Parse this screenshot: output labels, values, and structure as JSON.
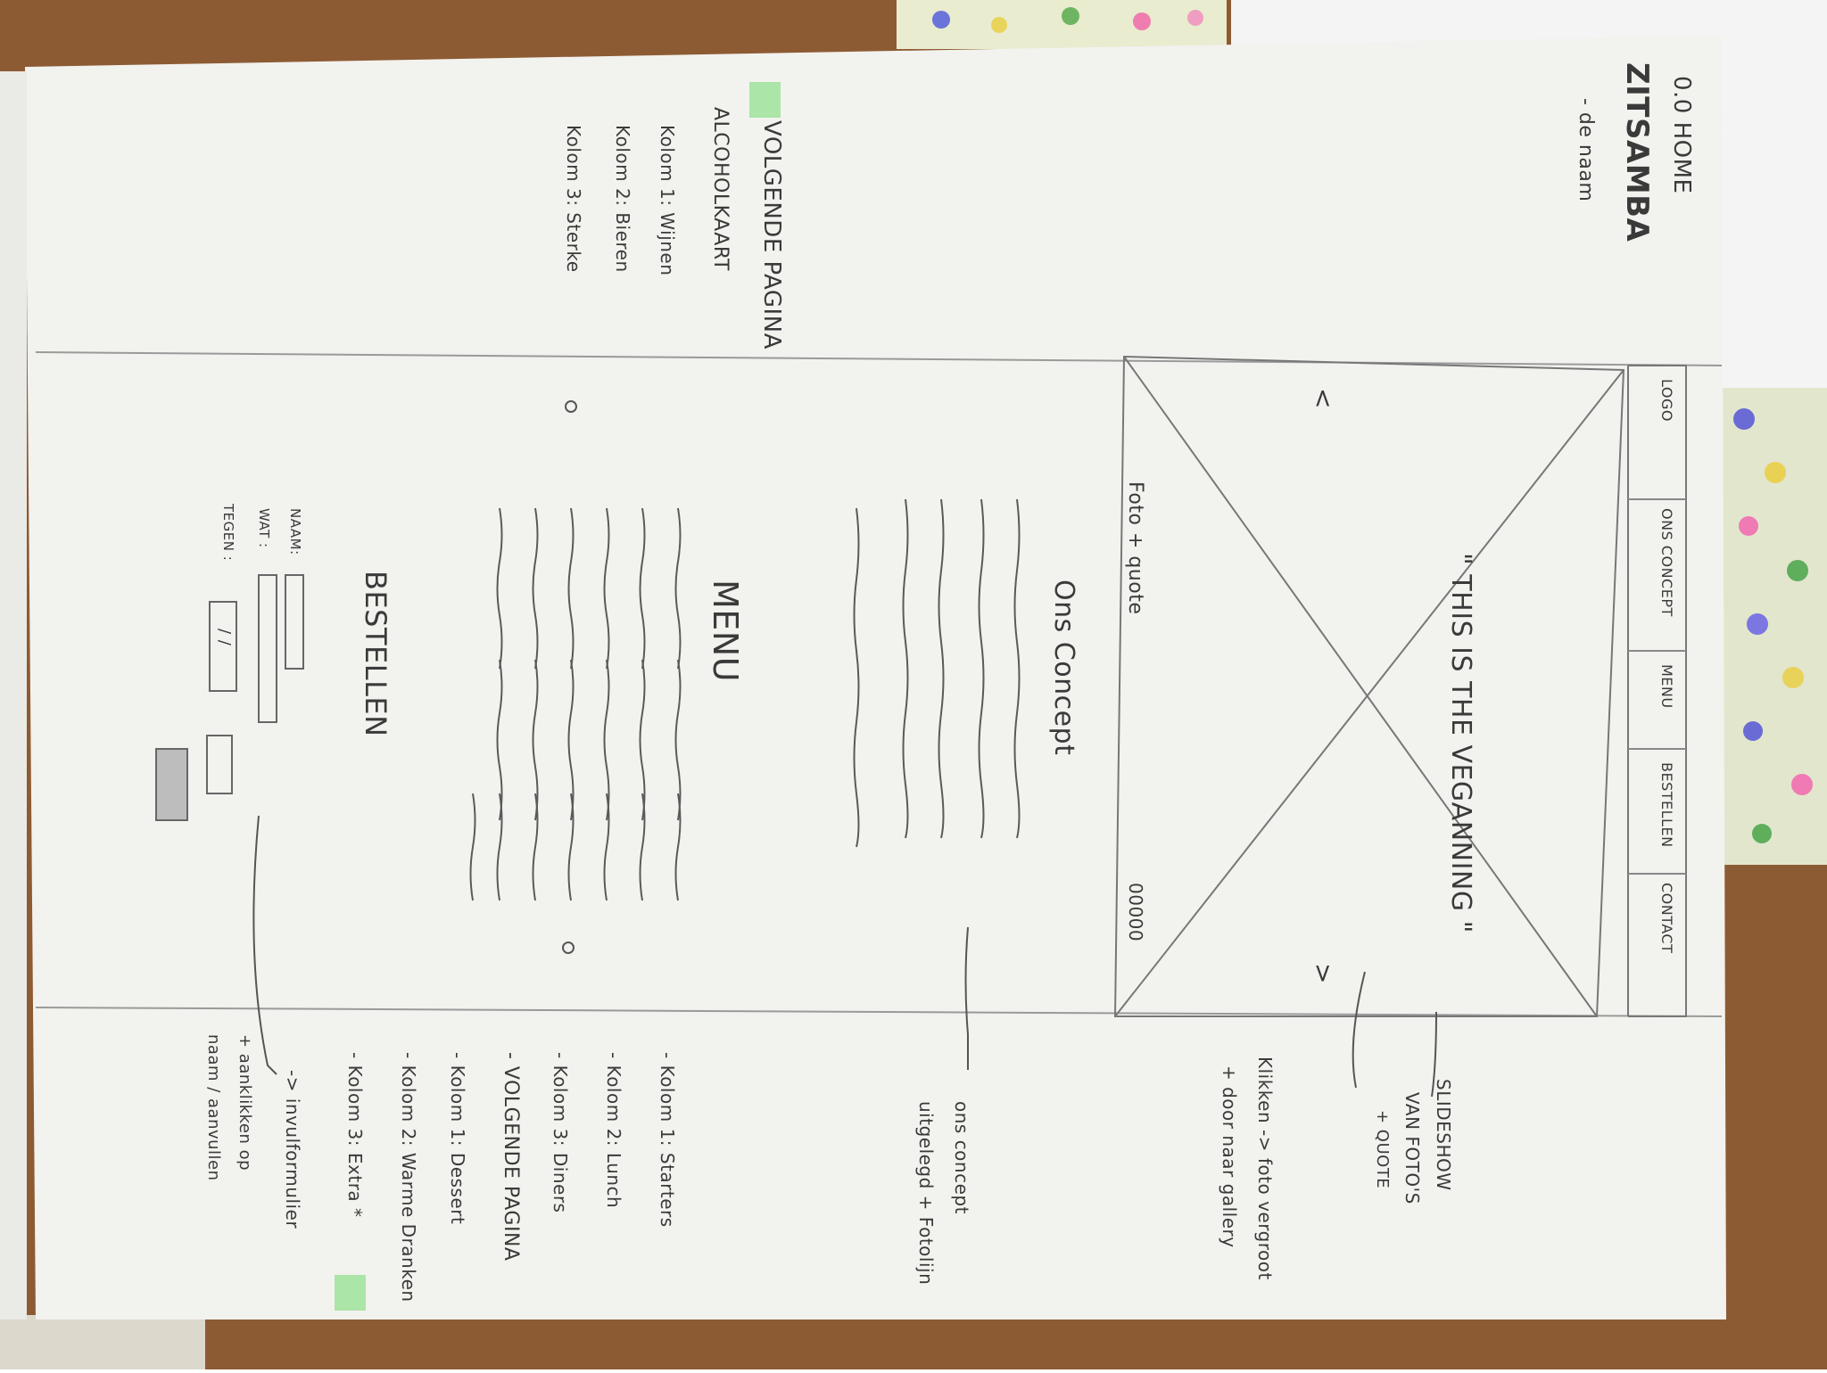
{
  "header": {
    "page_no": "0.0 HOME",
    "brand": "ZITSAMBA",
    "brand_sub": "- de naam"
  },
  "nav": [
    "LOGO",
    "ONS CONCEPT",
    "MENU",
    "BESTELLEN",
    "CONTACT"
  ],
  "hero": {
    "quote": "\" THIS IS THE VEGANNING \"",
    "caption": "Foto + quote",
    "dots": "00000",
    "arrow_left": "<",
    "arrow_right": ">"
  },
  "sections": {
    "concept_title": "Ons Concept",
    "menu_title": "MENU",
    "order_title": "BESTELLEN"
  },
  "order_form": {
    "name_label": "NAAM:",
    "what_label": "WAT :",
    "time_label": "TEGEN :",
    "time_value": "/ /"
  },
  "notes_left": [
    "VOLGENDE PAGINA",
    "ALCOHOLKAART",
    "Kolom 1: Wijnen",
    "Kolom 2: Bieren",
    "Kolom 3: Sterke"
  ],
  "notes_right": [
    "SLIDESHOW",
    "VAN FOTO'S",
    "+ QUOTE",
    "Klikken -> foto vergroot",
    "+ door naar gallery",
    "ons concept",
    "uitgelegd + Fotolijn",
    "- Kolom 1: Starters",
    "- Kolom 2: Lunch",
    "- Kolom 3: Diners",
    "- VOLGENDE PAGINA",
    "- Kolom 1: Dessert",
    "- Kolom 2: Warme Dranken",
    "- Kolom 3: Extra *",
    "-> invulformulier",
    "+ aanklikken op",
    "naam / aanvullen"
  ],
  "colors": {
    "table": "#8b5a32",
    "paper": "#f3f3f1",
    "pencil": "#4a4a4a",
    "highlight": "#9fe39a"
  }
}
